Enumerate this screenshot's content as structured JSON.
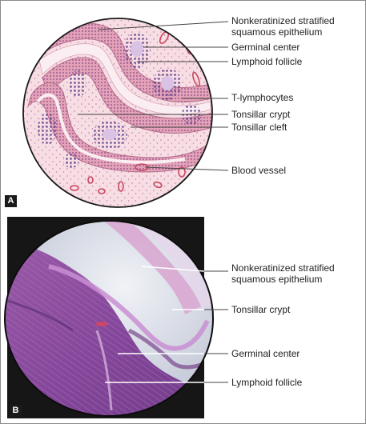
{
  "panel_a": {
    "letter": "A",
    "labels": {
      "epithelium_line1": "Nonkeratinized stratified",
      "epithelium_line2": "squamous epithelium",
      "germinal_center": "Germinal center",
      "lymphoid_follicle": "Lymphoid follicle",
      "t_lymphocytes": "T-lymphocytes",
      "tonsillar_crypt": "Tonsillar crypt",
      "tonsillar_cleft": "Tonsillar cleft",
      "blood_vessel": "Blood vessel"
    }
  },
  "panel_b": {
    "letter": "B",
    "labels": {
      "epithelium_line1": "Nonkeratinized stratified",
      "epithelium_line2": "squamous epithelium",
      "tonsillar_crypt": "Tonsillar crypt",
      "germinal_center": "Germinal center",
      "lymphoid_follicle": "Lymphoid follicle"
    }
  },
  "colors": {
    "tissue_pink": "#f3c9d4",
    "epithelium_pink": "#e3a2b7",
    "nuclei_purple": "#5b3f8c",
    "vessel_red": "#c8475f",
    "micrograph_background": "#161616",
    "micrograph_tissue": "#8a4a9c",
    "leader_line": "#444444"
  }
}
